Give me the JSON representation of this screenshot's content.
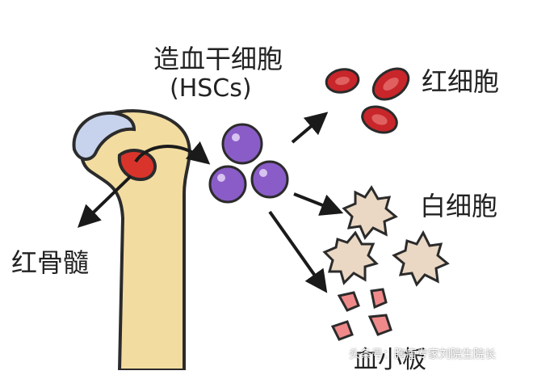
{
  "stem_cell": {
    "title_cn": "造血干细胞",
    "title_en": "(HSCs)"
  },
  "labels": {
    "red_blood_cells": "红细胞",
    "white_blood_cells": "白细胞",
    "red_bone_marrow": "红骨髓",
    "platelets": "血小板"
  },
  "watermark": "头条号：胸瘤专家刘院生院长",
  "colors": {
    "bone": "#f3dca0",
    "bone_outline": "#2b2b2b",
    "cartilage": "#c7d3ec",
    "marrow": "#d9342b",
    "stem_cell": "#8a5cc7",
    "red_cell": "#c8262a",
    "white_cell": "#ead8c4",
    "platelet": "#f08a8a"
  }
}
